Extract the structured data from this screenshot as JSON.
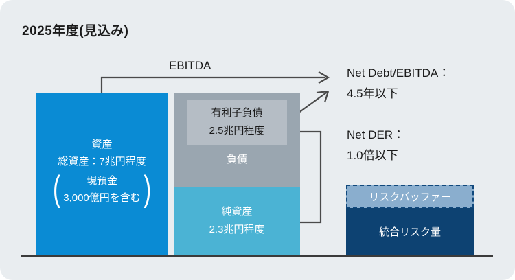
{
  "title": "2025年度(見込み)",
  "colors": {
    "background": "#e9edf0",
    "assets": "#0a8bd4",
    "liabilities": "#9aa6b0",
    "interest_bearing_debt": "#b5bdc5",
    "net_assets": "#4bb3d4",
    "risk_buffer": "#8aaece",
    "integrated_risk": "#0d4272",
    "line": "#3b3b3b"
  },
  "assets": {
    "heading": "資産",
    "total": "総資産：7兆円程度",
    "note_line1": "現預金",
    "note_line2": "3,000億円を含む",
    "paren_left": "(",
    "paren_right": ")"
  },
  "liabilities": {
    "debt_line1": "有利子負債",
    "debt_line2": "2.5兆円程度",
    "label": "負債"
  },
  "net_assets": {
    "line1": "純資産",
    "line2": "2.3兆円程度"
  },
  "ebitda": {
    "label": "EBITDA"
  },
  "metrics": {
    "net_debt_ebitda_label": "Net Debt/EBITDA：",
    "net_debt_ebitda_value": "4.5年以下",
    "net_der_label": "Net DER：",
    "net_der_value": "1.0倍以下"
  },
  "risk": {
    "buffer_label": "リスクバッファー",
    "total_label": "統合リスク量"
  }
}
